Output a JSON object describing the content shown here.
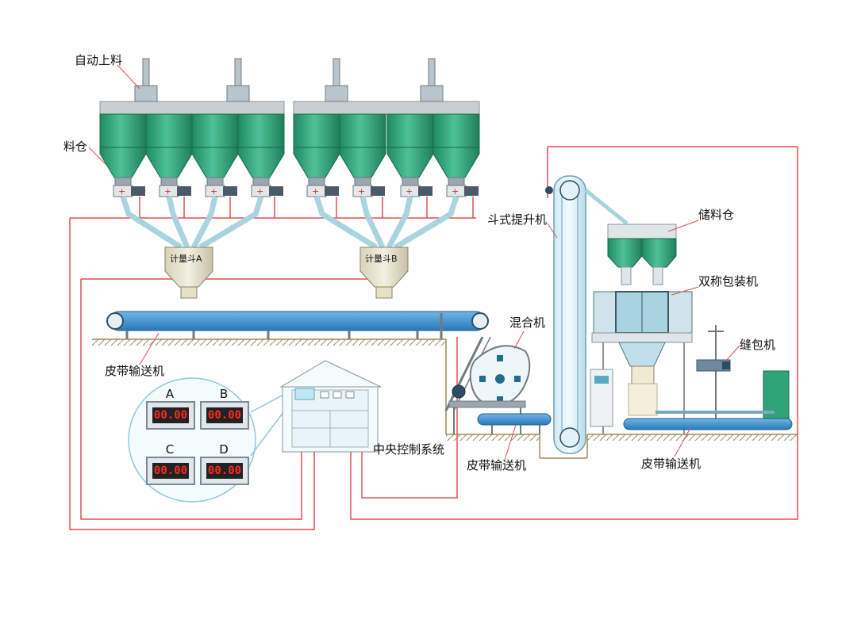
{
  "labels": {
    "auto_feed": "自动上料",
    "silo": "料仓",
    "hopper_a": "计量斗A",
    "hopper_b": "计量斗B",
    "belt_conveyor_main": "皮带输送机",
    "control_system": "中央控制系统",
    "mixer": "混合机",
    "belt_conveyor_mixer": "皮带输送机",
    "bucket_elevator": "斗式提升机",
    "storage_bin": "储料仓",
    "dual_scale_packer": "双称包装机",
    "sewing_machine": "缝包机",
    "belt_conveyor_packing": "皮带输送机"
  },
  "displays": [
    {
      "letter": "A",
      "value": "00.00"
    },
    {
      "letter": "B",
      "value": "00.00"
    },
    {
      "letter": "C",
      "value": "00.00"
    },
    {
      "letter": "D",
      "value": "00.00"
    }
  ],
  "colors": {
    "silo_green": "#2fa37a",
    "pipe_blue": "#a8d4e0",
    "belt_blue": "#3a8fd0",
    "wire_red": "#e05050",
    "ground_brown": "#a0885a",
    "display_red": "#ff2a1a"
  }
}
